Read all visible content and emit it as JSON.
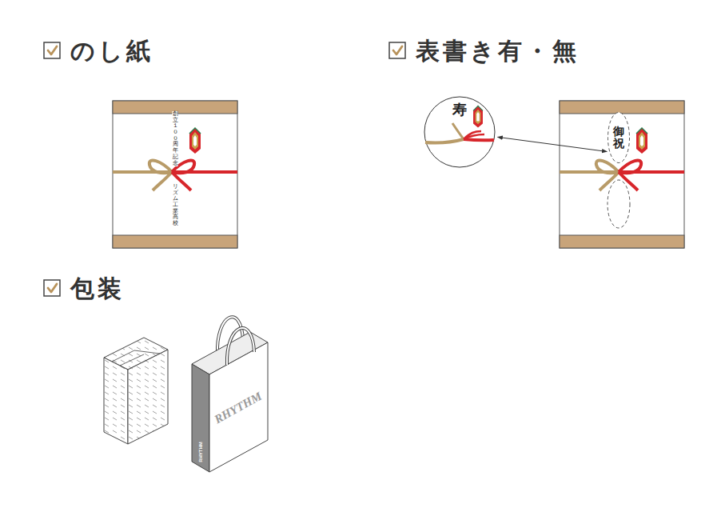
{
  "diagram": {
    "nodes": [
      {
        "text": [
          "創立１００周年記念",
          "リズム工業高校"
        ]
      },
      {
        "text": [
          "寿"
        ]
      },
      {
        "text": [
          "御祝"
        ]
      },
      {
        "text": [
          "RHYTHM",
          "RHYTHM"
        ]
      }
    ],
    "edges": [
      {
        "from": 1,
        "to": 2,
        "arrow": "both"
      }
    ],
    "labels": [
      "のし紙",
      "表書き有・無",
      "包装"
    ]
  }
}
